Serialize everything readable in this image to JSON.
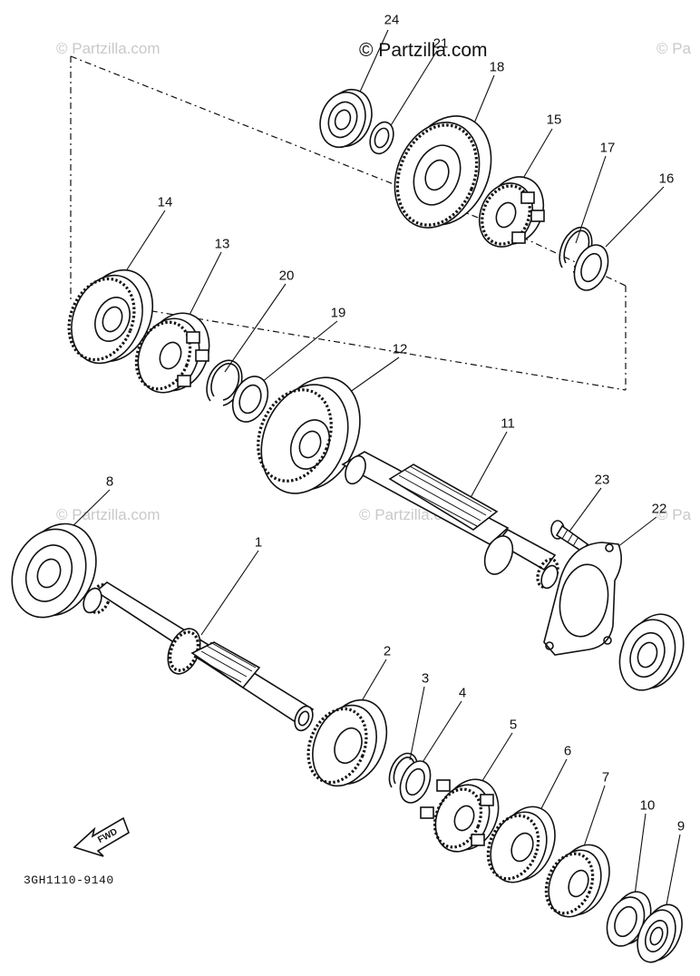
{
  "watermarks": {
    "top_left": "© Partzilla.com",
    "top_center": "© Partzilla.com",
    "top_right": "© Pa",
    "mid_left": "© Partzilla.com",
    "mid_center": "© Partzilla.com",
    "mid_right": "© Pa"
  },
  "diagram_code": "3GH1110-9140",
  "fwd_label": "FWD",
  "callouts": {
    "c1": "1",
    "c2": "2",
    "c3": "3",
    "c4": "4",
    "c5": "5",
    "c6": "6",
    "c7": "7",
    "c8": "8",
    "c9": "9",
    "c10": "10",
    "c11": "11",
    "c12": "12",
    "c13": "13",
    "c14": "14",
    "c15": "15",
    "c16": "16",
    "c17": "17",
    "c18": "18",
    "c19": "19",
    "c20": "20",
    "c21": "21",
    "c22": "22",
    "c23": "23",
    "c24": "24"
  }
}
